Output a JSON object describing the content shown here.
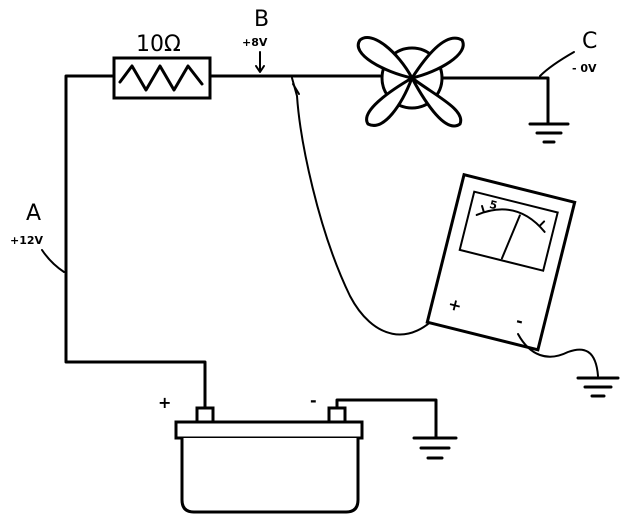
{
  "labels": {
    "resistor": "10Ω",
    "point_a": "A",
    "point_a_voltage": "+12V",
    "point_b": "B",
    "point_b_voltage": "+8V",
    "point_c": "C",
    "point_c_voltage": "- 0V",
    "battery_positive": "+",
    "battery_negative": "-",
    "meter_positive": "+",
    "meter_negative": "-",
    "meter_scale_mark": "5"
  }
}
